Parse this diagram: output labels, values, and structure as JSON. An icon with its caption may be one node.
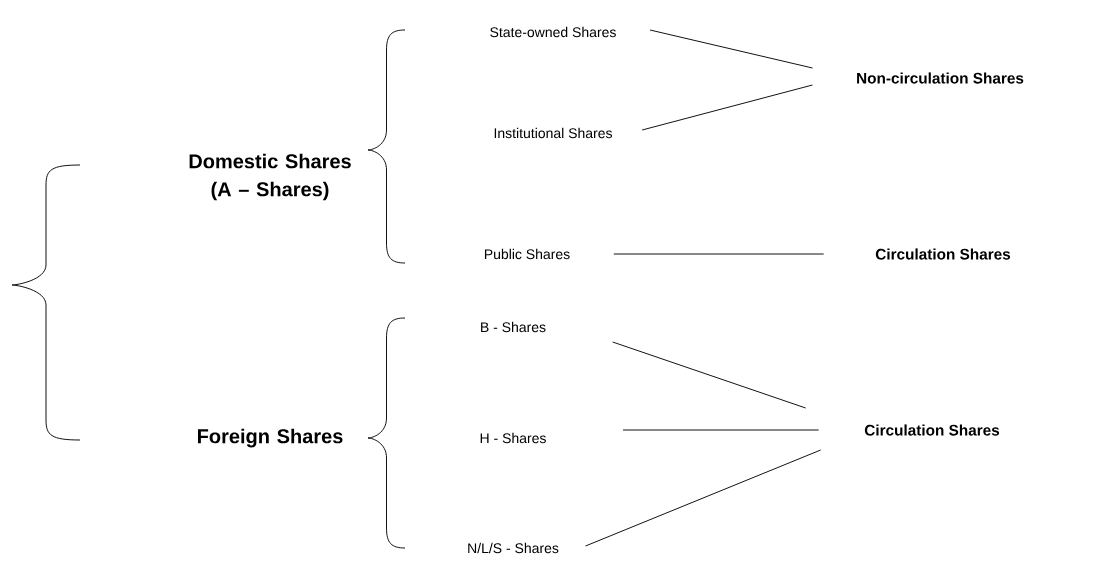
{
  "diagram": {
    "nodes": [
      {
        "text": [
          "Domestic Shares (A – Shares)"
        ]
      },
      {
        "text": [
          "Foreign Shares"
        ]
      },
      {
        "text": [
          "State-owned Shares"
        ]
      },
      {
        "text": [
          "Institutional Shares"
        ]
      },
      {
        "text": [
          "Public Shares"
        ]
      },
      {
        "text": [
          "B - Shares"
        ]
      },
      {
        "text": [
          "H - Shares"
        ]
      },
      {
        "text": [
          "N/L/S - Shares"
        ]
      },
      {
        "text": [
          "Non-circulation Shares"
        ]
      },
      {
        "text": [
          "Circulation Shares"
        ]
      },
      {
        "text": [
          "Circulation Shares"
        ]
      }
    ],
    "edges": [
      {
        "from": 2,
        "to": 8,
        "arrow": "none"
      },
      {
        "from": 3,
        "to": 8,
        "arrow": "none"
      },
      {
        "from": 4,
        "to": 9,
        "arrow": "none"
      },
      {
        "from": 5,
        "to": 10,
        "arrow": "none"
      },
      {
        "from": 6,
        "to": 10,
        "arrow": "none"
      },
      {
        "from": 7,
        "to": 10,
        "arrow": "none"
      }
    ]
  }
}
